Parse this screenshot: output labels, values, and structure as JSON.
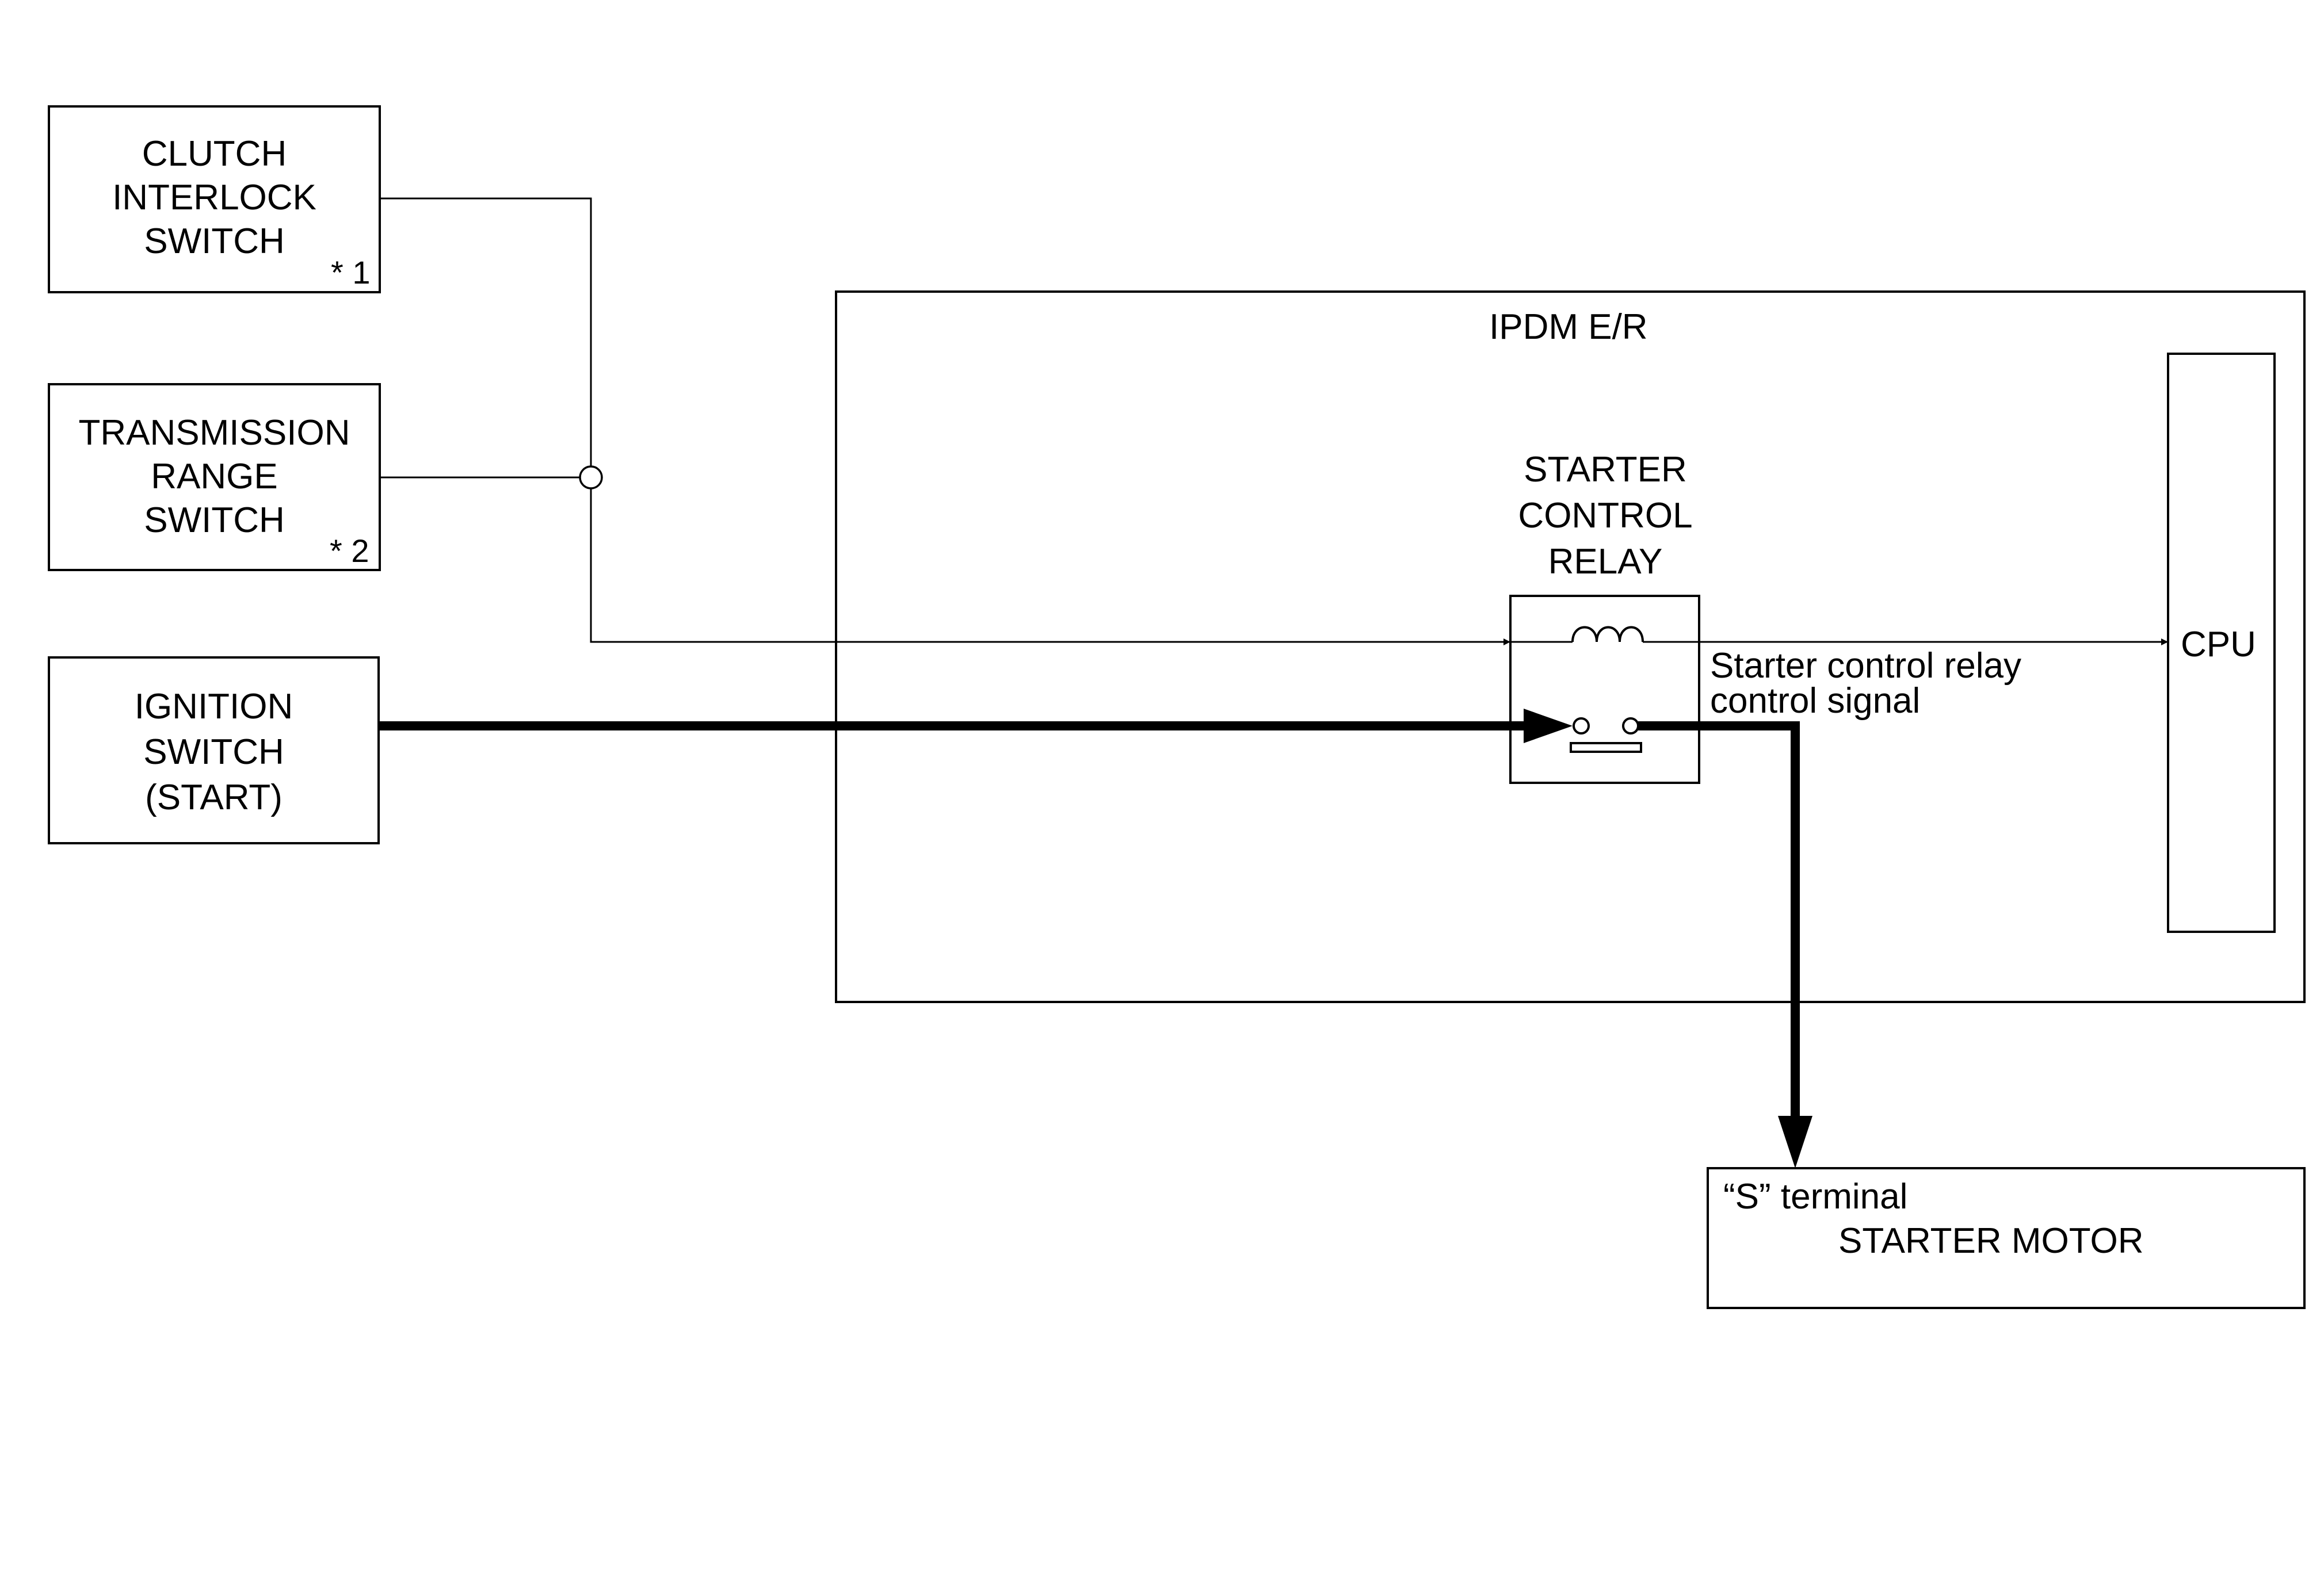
{
  "blocks": {
    "clutch_interlock_switch": {
      "lines": [
        "CLUTCH",
        "INTERLOCK",
        "SWITCH"
      ],
      "note": "* 1"
    },
    "transmission_range_switch": {
      "lines": [
        "TRANSMISSION",
        "RANGE",
        "SWITCH"
      ],
      "note": "* 2"
    },
    "ignition_switch": {
      "lines": [
        "IGNITION",
        "SWITCH",
        "(START)"
      ]
    },
    "ipdm": {
      "title": "IPDM E/R"
    },
    "starter_control_relay": {
      "lines": [
        "STARTER",
        "CONTROL",
        "RELAY"
      ]
    },
    "cpu": {
      "label": "CPU"
    },
    "starter_motor": {
      "terminal": "“S” terminal",
      "label": "STARTER MOTOR"
    }
  },
  "signals": {
    "relay_control": {
      "lines": [
        "Starter control relay",
        "control signal"
      ]
    }
  },
  "colors": {
    "ink": "#000000",
    "background": "#ffffff"
  }
}
